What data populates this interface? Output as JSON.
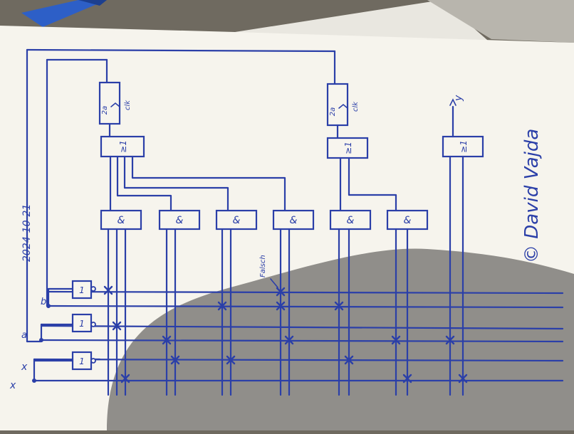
{
  "colors": {
    "ink": "#2b3fa8",
    "paper": "#f7f5ee",
    "shadow": "#3c3b38",
    "desk": "#6f6a60"
  },
  "date": "2024-10-21",
  "signature": "© David Vajda",
  "inputs": [
    "x",
    "a",
    "b"
  ],
  "output": "y",
  "labels": {
    "and_symbol": "&",
    "or_symbol": "≥1",
    "not_symbol": "1",
    "flipflop_symbol": "2a",
    "clk": "clk",
    "annotation": "Falsch"
  }
}
